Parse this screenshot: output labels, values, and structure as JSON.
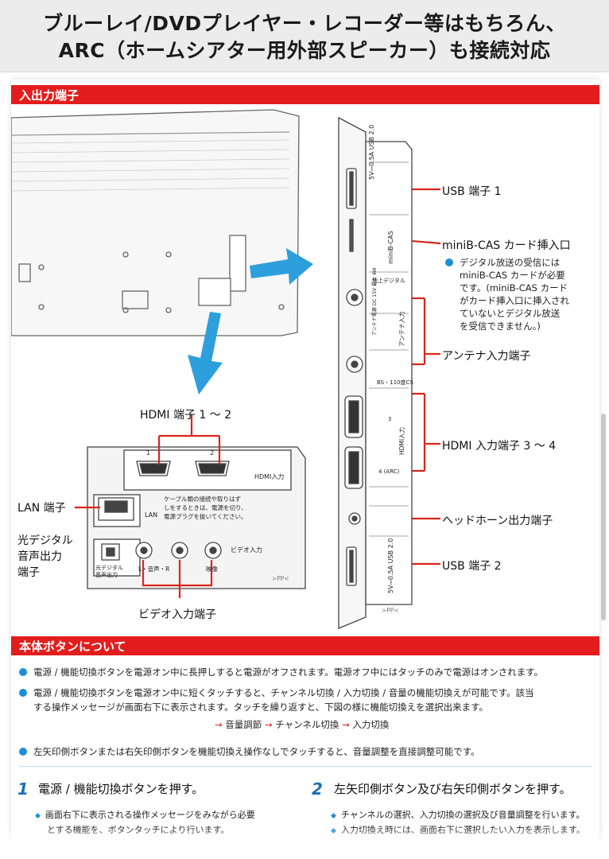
{
  "banner": {
    "line1": "ブルーレイ/DVDプレイヤー・レコーダー等はもちろん、",
    "line2": "ARC（ホームシアター用外部スピーカー）も接続対応"
  },
  "section1": {
    "title": "入出力端子"
  },
  "tv_panel": {
    "hdmi_label": "HDMI入力",
    "hdmi_num1": "1",
    "hdmi_num2": "2",
    "lan_label": "LAN",
    "caution": [
      "ケーブル類の接続や取りはず",
      "しをするときは、電源を切り、",
      "電源プラグを抜いてください。"
    ],
    "video_label": "ビデオ入力",
    "audio_label": "L・音声・R",
    "video_sub": "映像",
    "optical_label1": "光デジタル",
    "optical_label2": "音声出力",
    "pp_mark": ">PP<"
  },
  "side_panel": {
    "usb1": "5V⎓0.5A USB 2.0",
    "cas": "miniB-CAS",
    "terrestrial": "地上デジタル",
    "antenna_power": "アンテナ電源 DC 15V 最大 4W",
    "antenna_in": "アンテナ入力",
    "bs": "BS・110度CS",
    "hdmi_in": "HDMI入力",
    "hdmi3": "3",
    "hdmi4": "4 (ARC)",
    "usb2": "5V⎓0.5A USB 2.0",
    "pp_mark": ">PP<"
  },
  "labels": {
    "hdmi12": "HDMI 端子 1 ～ 2",
    "lan": "LAN 端子",
    "optical1": "光デジタル",
    "optical2": "音声出力",
    "optical3": "端子",
    "video": "ビデオ入力端子",
    "usb1": "USB 端子 1",
    "cas": "miniB-CAS カード挿入口",
    "cas_note": [
      "デジタル放送の受信には",
      "miniB-CAS カードが必要",
      "です。(miniB-CAS カード",
      "がカード挿入口に挿入され",
      "ていないとデジタル放送",
      "を受信できません。)"
    ],
    "antenna": "アンテナ入力端子",
    "hdmi34": "HDMI 入力端子 3 ～ 4",
    "headphone": "ヘッドホーン出力端子",
    "usb2": "USB 端子 2"
  },
  "section2": {
    "title": "本体ボタンについて",
    "bullets": [
      "電源 / 機能切換ボタンを電源オン中に長押しすると電源がオフされます。電源オフ中にはタッチのみで電源はオンされます。",
      "電源 / 機能切換ボタンを電源オン中に短くタッチすると、チャンネル切換 / 入力切換 / 音量の機能切換えが可能です。該当",
      "する操作メッセージが画面右下に表示されます。タッチを繰り返すと、下図の様に機能切換えを選択出来ます。",
      "左矢印側ボタンまたは右矢印側ボタンを機能切換え操作なしでタッチすると、音量調整を直接調整可能です。"
    ],
    "cycle": [
      "音量調節",
      "チャンネル切換",
      "入力切換"
    ],
    "arrow": "→",
    "steps": [
      {
        "num": "1",
        "title": "電源 / 機能切換ボタンを押す。",
        "notes": [
          "画面右下に表示される操作メッセージをみながら必要",
          "とする機能を、ボタンタッチにより行います。"
        ]
      },
      {
        "num": "2",
        "title": "左矢印側ボタン及び右矢印側ボタンを押す。",
        "notes": [
          "チャンネルの選択、入力切換の選択及び音量調整を行います。",
          "入力切換え時には、画面右下に選択したい入力を表示します。"
        ]
      }
    ]
  }
}
